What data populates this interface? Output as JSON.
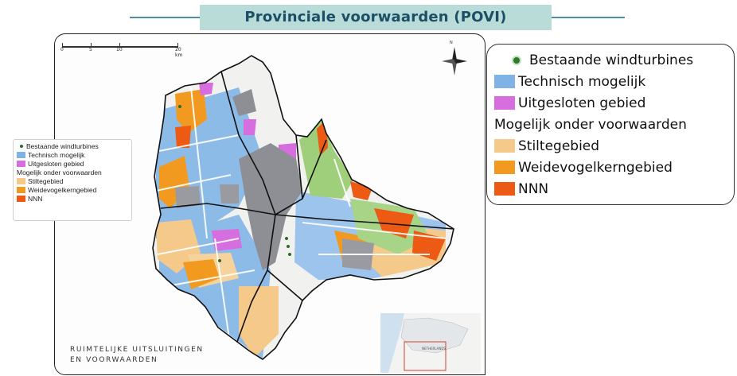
{
  "title": "Provinciale voorwaarden (POVI)",
  "scalebar": {
    "labels": [
      "0",
      "5",
      "10",
      "20 km"
    ]
  },
  "compass": {
    "label": "N"
  },
  "legend": {
    "items": [
      {
        "label": "Bestaande windturbines",
        "kind": "dot",
        "color": "#2e7a2f"
      },
      {
        "label": "Technisch mogelijk",
        "kind": "swatch",
        "color": "#7fb3e6"
      },
      {
        "label": "Uitgesloten gebied",
        "kind": "swatch",
        "color": "#d66ee0"
      },
      {
        "label": "Mogelijk onder voorwaarden",
        "kind": "heading",
        "color": ""
      },
      {
        "label": "Stiltegebied",
        "kind": "swatch",
        "color": "#f4c98a"
      },
      {
        "label": "Weidevogelkerngebied",
        "kind": "swatch",
        "color": "#f29a1f"
      },
      {
        "label": "NNN",
        "kind": "swatch",
        "color": "#ec5a14"
      }
    ]
  },
  "caption": {
    "line1": "RUIMTELIJKE UITSLUITINGEN",
    "line2": "EN VOORWAARDEN"
  },
  "inset": {
    "label": "NETHERLANDS"
  },
  "colors": {
    "title_band": "#b9dcd9",
    "title_text": "#1c4f66",
    "urban": "#8e8f95",
    "green_area": "#9fcf7a"
  },
  "icons": [
    "compass-rose-icon",
    "north-arrow-icon"
  ]
}
